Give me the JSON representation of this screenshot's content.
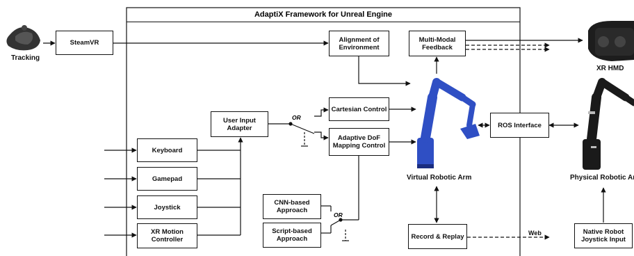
{
  "framework_title": "AdaptiX Framework for Unreal Engine",
  "labels": {
    "tracking": "Tracking",
    "xr_hmd": "XR HMD",
    "virtual_arm": "Virtual Robotic Arm",
    "physical_arm": "Physical Robotic Arm",
    "web": "Web",
    "or_top": "OR",
    "or_bottom": "OR"
  },
  "boxes": {
    "steamvr": "SteamVR",
    "alignment": "Alignment of\nEnvironment",
    "multimodal": "Multi-Modal\nFeedback",
    "user_input_adapter": "User Input\nAdapter",
    "cartesian": "Cartesian Control",
    "adaptive_dof": "Adaptive DoF\nMapping Control",
    "keyboard": "Keyboard",
    "gamepad": "Gamepad",
    "joystick": "Joystick",
    "xr_motion": "XR Motion\nController",
    "cnn": "CNN-based\nApproach",
    "script": "Script-based\nApproach",
    "ros": "ROS Interface",
    "record": "Record & Replay",
    "native_joystick": "Native Robot\nJoystick Input"
  },
  "icons": [
    "vive-tracker-icon",
    "vr-headset-icon",
    "virtual-robot-arm-icon",
    "physical-robot-arm-icon"
  ],
  "colors": {
    "virtual_arm": "#2f4fc4",
    "physical_arm": "#1a1a1a",
    "line": "#111111"
  }
}
